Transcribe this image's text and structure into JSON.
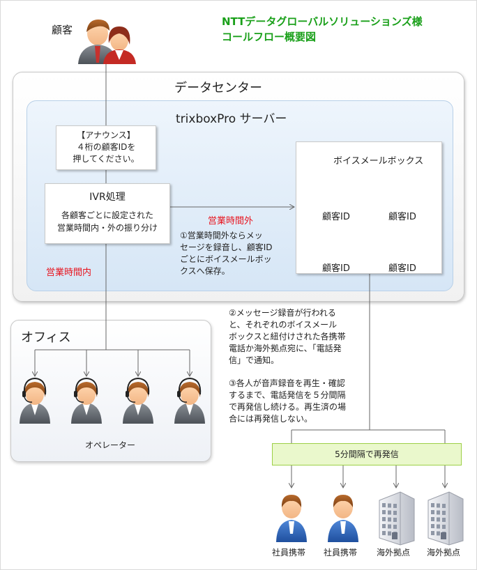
{
  "title": {
    "line1": "NTTデータグローバルソリューションズ様",
    "line2": "コールフロー概要図"
  },
  "customer": {
    "label": "顧客"
  },
  "datacenter": {
    "title": "データセンター"
  },
  "server": {
    "title": "trixboxPro サーバー"
  },
  "announcement": {
    "line1": "【アナウンス】",
    "line2": "４桁の顧客IDを",
    "line3": "押してください。"
  },
  "ivr": {
    "title": "IVR処理",
    "desc1": "各顧客ごとに設定された",
    "desc2": "営業時間内・外の振り分け"
  },
  "voicemail": {
    "title": "ボイスメールボックス",
    "mailbox_tag": "mail",
    "boxes": [
      "顧客ID",
      "顧客ID",
      "顧客ID",
      "顧客ID"
    ]
  },
  "labels": {
    "after_hours": "営業時間外",
    "business_hours": "営業時間内"
  },
  "notes": {
    "note1": [
      "①営業時間外ならメッ",
      "セージを録音し、顧客ID",
      "ごとにボイスメールボッ",
      "クスへ保存。"
    ],
    "note2": [
      "②メッセージ録音が行われる",
      "と、それぞれのボイスメール",
      "ボックスと紐付けされた各携帯",
      "電話か海外拠点宛に、「電話発",
      "信」で通知。"
    ],
    "note3": [
      "③各人が音声録音を再生・確認",
      "するまで、電話発信を５分間隔",
      "で再発信し続ける。再生済の場",
      "合には再発信しない。"
    ]
  },
  "office": {
    "title": "オフィス",
    "operator_label": "オペレーター"
  },
  "resend": {
    "label": "5分間隔で再発信"
  },
  "destinations": [
    "社員携帯",
    "社員携帯",
    "海外拠点",
    "海外拠点"
  ],
  "colors": {
    "title_green": "#1aa01a",
    "alert_red": "#e8141e",
    "resend_fill": "#eaf8cc",
    "server_blue": "#d6e6f6"
  }
}
